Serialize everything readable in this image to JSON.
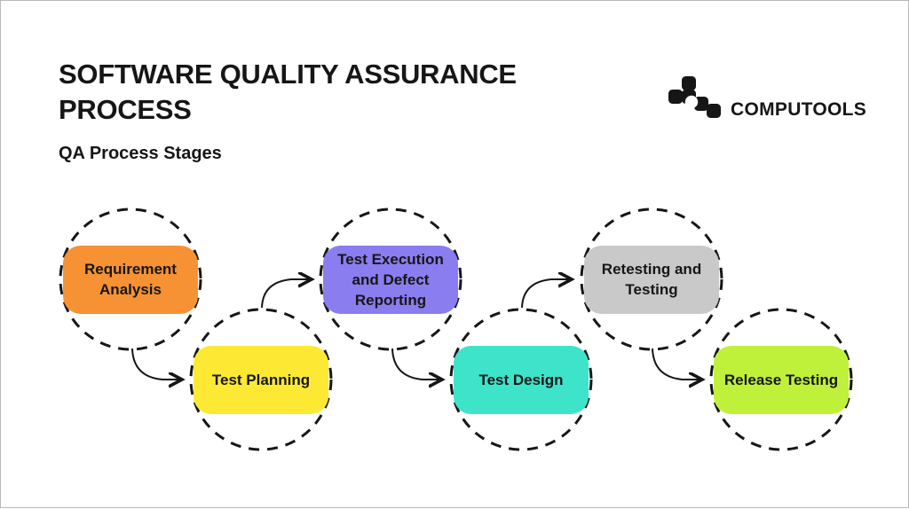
{
  "header": {
    "title": "SOFTWARE QUALITY ASSURANCE PROCESS",
    "subtitle": "QA Process Stages"
  },
  "logo": {
    "text": "COMPUTOOLS",
    "mark_icon": "computools-pixel-mark",
    "color": "#161616"
  },
  "diagram": {
    "stroke_color": "#161616",
    "nodes": [
      {
        "id": 1,
        "label": "Requirement Analysis",
        "color": "#F69234"
      },
      {
        "id": 2,
        "label": "Test Planning",
        "color": "#FDE934"
      },
      {
        "id": 3,
        "label": "Test Execution and Defect Reporting",
        "color": "#8A7DEF"
      },
      {
        "id": 4,
        "label": "Test Design",
        "color": "#3EE4CA"
      },
      {
        "id": 5,
        "label": "Retesting and Testing",
        "color": "#C9C9C9"
      },
      {
        "id": 6,
        "label": "Release Testing",
        "color": "#BFF13B"
      }
    ],
    "connections": [
      {
        "from": "Requirement Analysis",
        "to": "Test Planning"
      },
      {
        "from": "Test Planning",
        "to": "Test Execution and Defect Reporting"
      },
      {
        "from": "Test Execution and Defect Reporting",
        "to": "Test Design"
      },
      {
        "from": "Test Design",
        "to": "Retesting and Testing"
      },
      {
        "from": "Retesting and Testing",
        "to": "Release Testing"
      }
    ]
  }
}
